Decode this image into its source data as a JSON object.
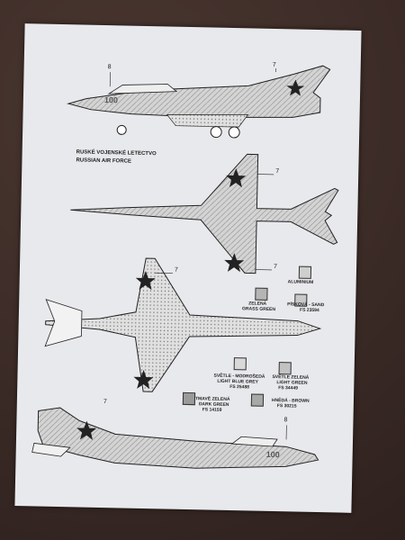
{
  "heading": {
    "line1": "RUSKÉ VOJENSKÉ LETECTVO",
    "line2": "RUSSIAN AIR FORCE"
  },
  "callouts": [
    "8",
    "7",
    "7",
    "7",
    "7",
    "7",
    "8"
  ],
  "aircraft_serials": {
    "top_profile": "100",
    "bottom_profile": "100"
  },
  "legend": [
    {
      "cz": "ALUMINIUM",
      "en": "",
      "fs": "",
      "color": "#cfcfcf"
    },
    {
      "cz": "ZELENÁ",
      "en": "GRASS GREEN",
      "fs": "",
      "color": "#b5b5b5"
    },
    {
      "cz": "PÍSKOVÁ - SAND",
      "en": "",
      "fs": "FS 23594",
      "color": "#c8c8c8"
    },
    {
      "cz": "SVĚTLE - MODROŠEDÁ",
      "en": "LIGHT BLUE GREY",
      "fs": "FS 25488",
      "color": "#d9d9d9"
    },
    {
      "cz": "SVĚTLE ZELENÁ",
      "en": "LIGHT GREEN",
      "fs": "FS 34449",
      "color": "#c2c2c2"
    },
    {
      "cz": "TMAVĚ ZELENÁ",
      "en": "DARK GREEN",
      "fs": "FS 14159",
      "color": "#9a9a9a"
    },
    {
      "cz": "HNĚDÁ - BROWN",
      "en": "",
      "fs": "FS 30215",
      "color": "#a8a8a8"
    }
  ]
}
